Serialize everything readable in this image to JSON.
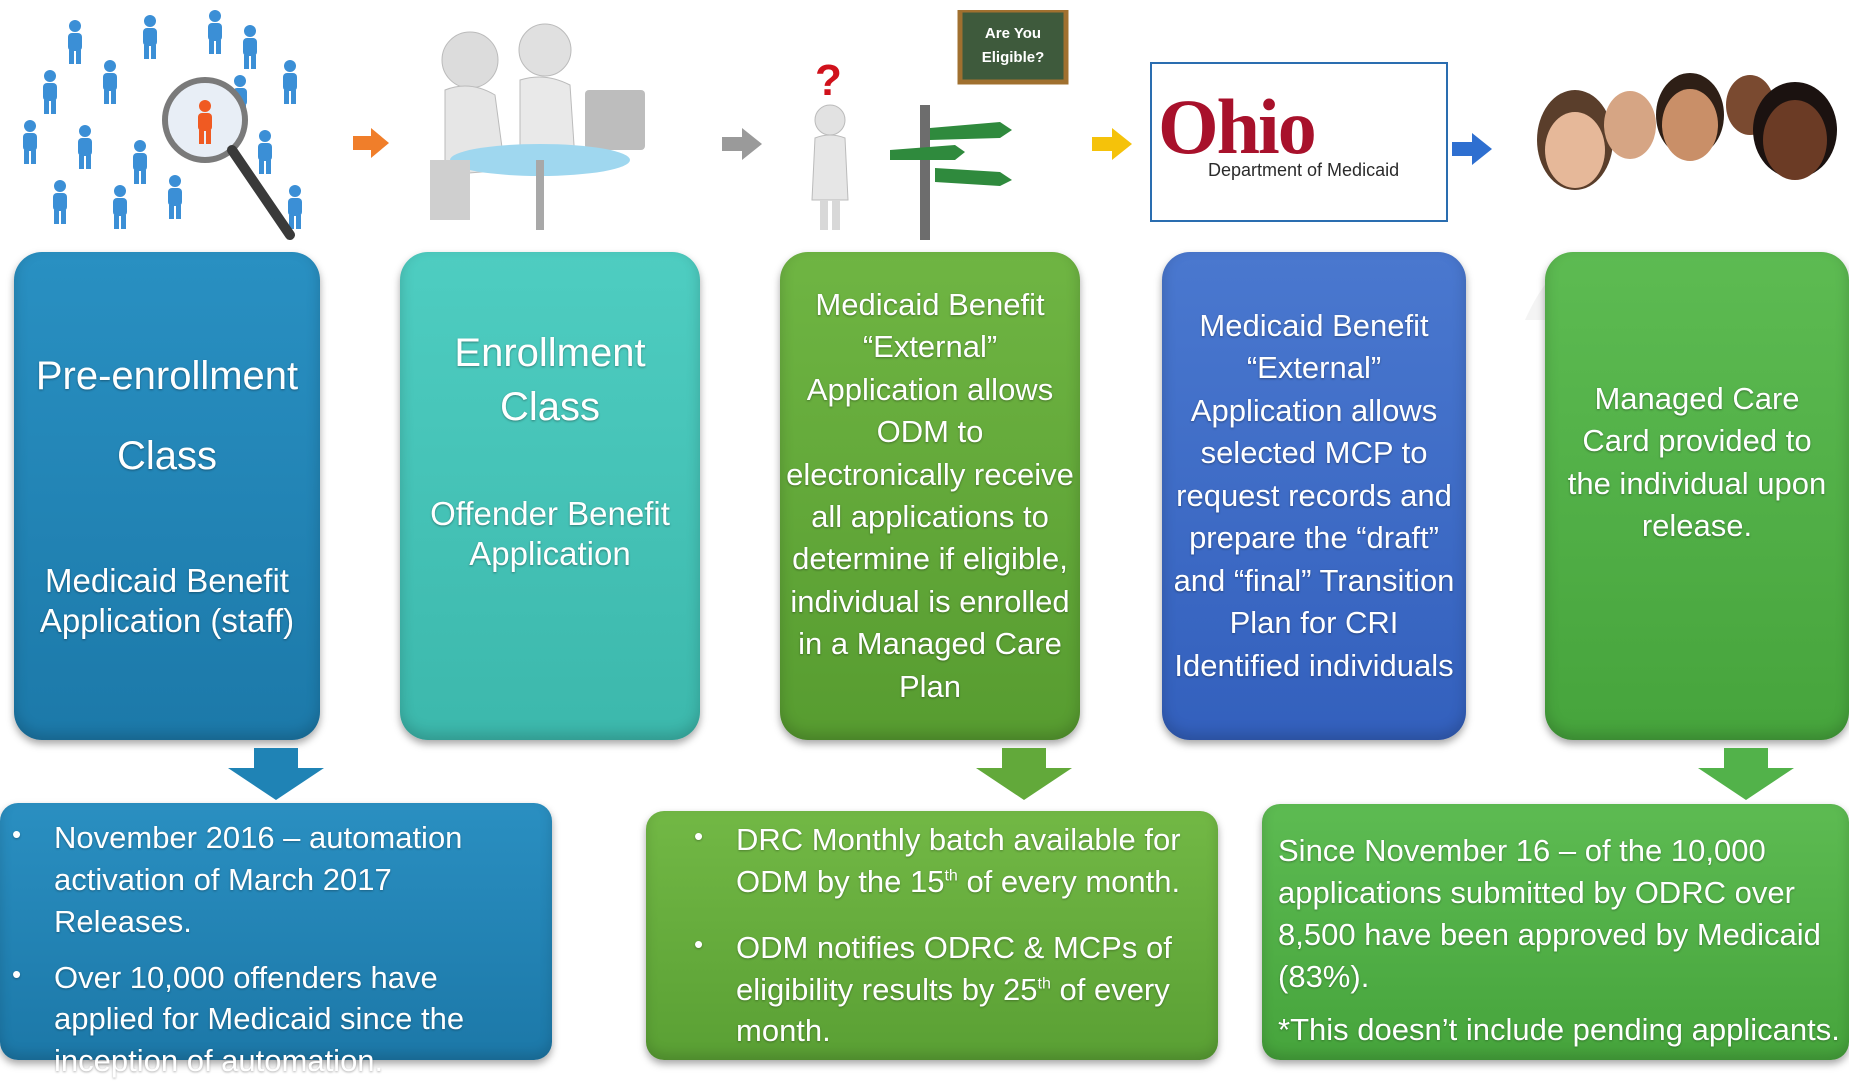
{
  "steps": [
    {
      "title": "Pre-enrollment",
      "title2": "Class",
      "subtitle": "Medicaid Benefit Application (staff)"
    },
    {
      "title": "Enrollment",
      "title2": "Class",
      "subtitle": "Offender Benefit Application"
    },
    {
      "body": "Medicaid Benefit “External” Application allows ODM to electronically receive all applications to determine if eligible, individual is enrolled in a Managed Care Plan"
    },
    {
      "body": "Medicaid Benefit “External” Application allows selected MCP to request records and prepare the “draft” and “final” Transition Plan for CRI Identified individuals"
    },
    {
      "body": "Managed Care Card provided to the individual upon release."
    }
  ],
  "notes": {
    "left": [
      "November 2016 – automation activation of March 2017 Releases.",
      "Over 10,000 offenders have applied for Medicaid since the inception of automation."
    ],
    "middle_1_prefix": "DRC Monthly batch available for ODM by the 15",
    "middle_1_sup": "th",
    "middle_1_suffix": " of every month.",
    "middle_2_prefix": "ODM notifies ODRC & MCPs of eligibility results  by 25",
    "middle_2_sup": "th",
    "middle_2_suffix": "  of every month.",
    "right_para": "Since November 16 – of the 10,000 applications submitted by ODRC over 8,500 have been approved by Medicaid (83%).",
    "right_footnote": "*This  doesn’t include pending applicants."
  },
  "illustrations": {
    "sign_text_1": "Are You",
    "sign_text_2": "Eligible?",
    "question_mark": "?",
    "ohio_logo_word": "Ohio",
    "ohio_logo_sub": "Department of Medicaid"
  },
  "colors": {
    "step1": "#1f83b5",
    "step2": "#45c4b8",
    "step3": "#62a93a",
    "step4": "#3b69c4",
    "step5": "#52b24a",
    "arrow_orange": "#f07e2a",
    "arrow_gray": "#9a9a9a",
    "arrow_yellow": "#f5c20a",
    "arrow_blue": "#2e6fd0",
    "ohio_red": "#a8112b"
  },
  "icons": [
    "people-search-icon",
    "enrollment-figures-icon",
    "eligibility-signpost-icon",
    "ohio-medicaid-logo",
    "healthcare-staff-photo"
  ]
}
